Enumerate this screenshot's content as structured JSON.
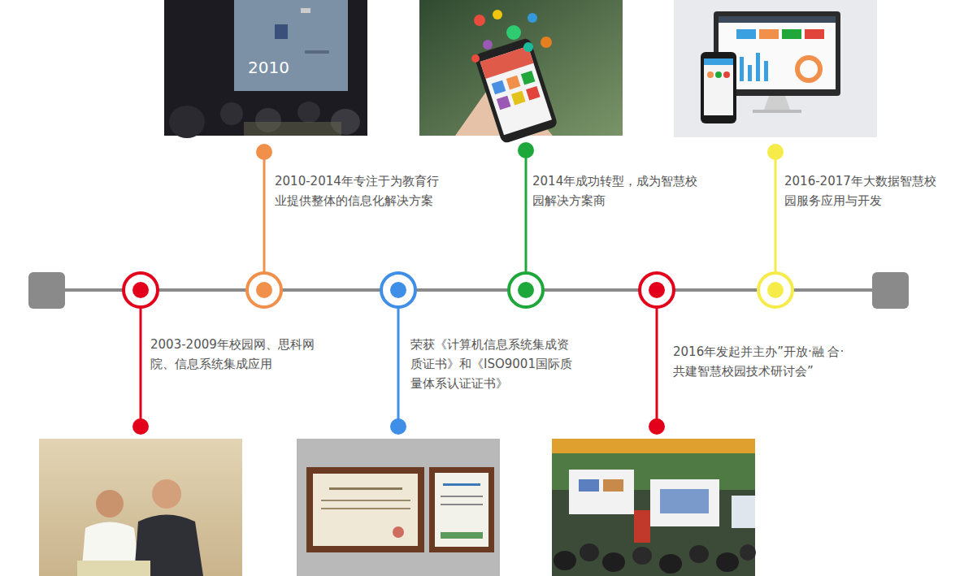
{
  "diagram": {
    "labels": [
      "2010",
      "2003-2009年校园网、思科网 院、信息系统集成应用",
      "2010-2014年专注于为教育行 业提供整体的信息化解决方案",
      "荣获《计算机信息系统集成资 质证书》和《ISO9001国际质 量体系认证证书》",
      "2014年成功转型，成为智慧校 园解决方案商",
      "2016年发起并主办”开放·融 合·共建智慧校园技术研讨会”",
      "2016-2017年大数据智慧校 园服务应用与开发"
    ]
  }
}
